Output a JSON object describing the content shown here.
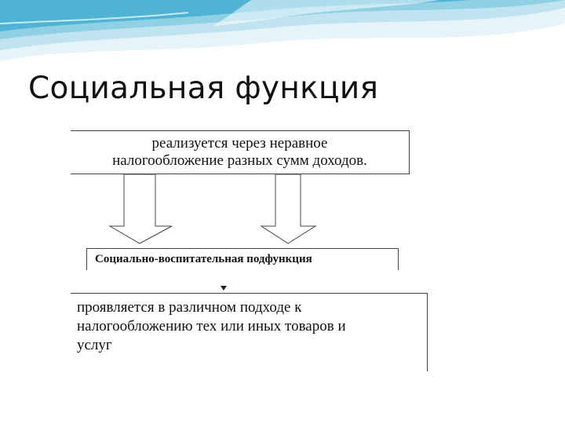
{
  "slide": {
    "title": "Социальная функция"
  },
  "diagram": {
    "top_box": {
      "line1": "реализуется через неравное",
      "line2": "налогообложение разных сумм доходов."
    },
    "middle_box": {
      "text": "Социально-воспитательная подфункция"
    },
    "bottom_box": {
      "line1": "проявляется в различном подходе к",
      "line2": "налогообложению тех или иных товаров и",
      "line3": "услуг"
    }
  },
  "colors": {
    "wave_light": "#cde9f2",
    "wave_mid": "#7fc6dd",
    "wave_dark": "#2f9fc4",
    "line": "#444444",
    "text": "#111111"
  }
}
